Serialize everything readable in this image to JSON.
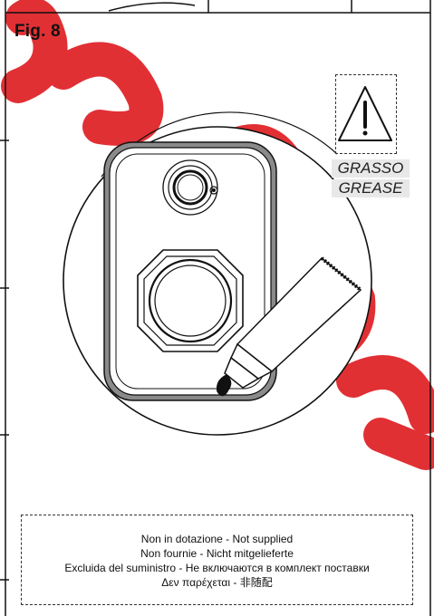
{
  "figure": {
    "title": "Fig. 8"
  },
  "warning": {
    "icon": "warning-triangle-icon",
    "label_it": "GRASSO",
    "label_en": "GREASE"
  },
  "note": {
    "lines": [
      "Non in dotazione - Not supplied",
      "Non fournie - Nicht mitgelieferte",
      "Excluida del suministro - Не включаются в комплект поставки",
      "Δεν παρέχεται - 非随配"
    ]
  },
  "colors": {
    "line": "#111111",
    "watermark": "#e0252a",
    "label_bg": "#e8e8e8"
  }
}
